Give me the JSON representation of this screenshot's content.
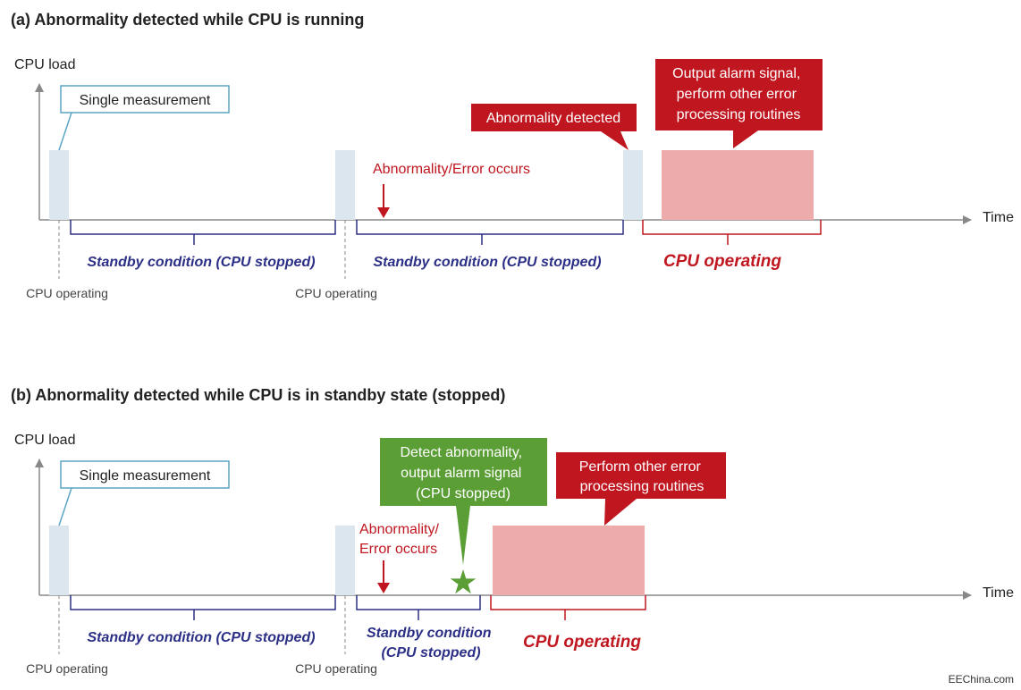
{
  "panel_a": {
    "title": "(a) Abnormality detected while CPU is running",
    "y_axis_label": "CPU load",
    "x_axis_label": "Time",
    "callout_single": "Single measurement",
    "callout_detected": "Abnormality detected",
    "callout_output": [
      "Output alarm signal,",
      "perform other error",
      "processing routines"
    ],
    "error_label": "Abnormality/Error occurs",
    "standby_1": "Standby condition (CPU stopped)",
    "standby_2": "Standby condition (CPU stopped)",
    "cpu_operating_big": "CPU operating",
    "cpu_operating_1": "CPU operating",
    "cpu_operating_2": "CPU operating"
  },
  "panel_b": {
    "title": "(b) Abnormality detected while CPU is in standby state (stopped)",
    "y_axis_label": "CPU load",
    "x_axis_label": "Time",
    "callout_single": "Single measurement",
    "callout_detect": [
      "Detect abnormality,",
      "output alarm signal",
      "(CPU stopped)"
    ],
    "callout_perform": [
      "Perform other error",
      "processing routines"
    ],
    "error_label": [
      "Abnormality/",
      "Error occurs"
    ],
    "standby_1": "Standby condition (CPU stopped)",
    "standby_2": [
      "Standby condition",
      "(CPU stopped)"
    ],
    "cpu_operating_big": "CPU operating",
    "cpu_operating_1": "CPU operating",
    "cpu_operating_2": "CPU operating"
  },
  "watermark": "EEChina.com",
  "colors": {
    "axis": "#888888",
    "measure_bar": "#dce6ee",
    "callout_border": "#5ba4c4",
    "red": "#c0161f",
    "navy": "#2b2f86",
    "pink": "#eeabab",
    "green": "#5b9e36"
  }
}
